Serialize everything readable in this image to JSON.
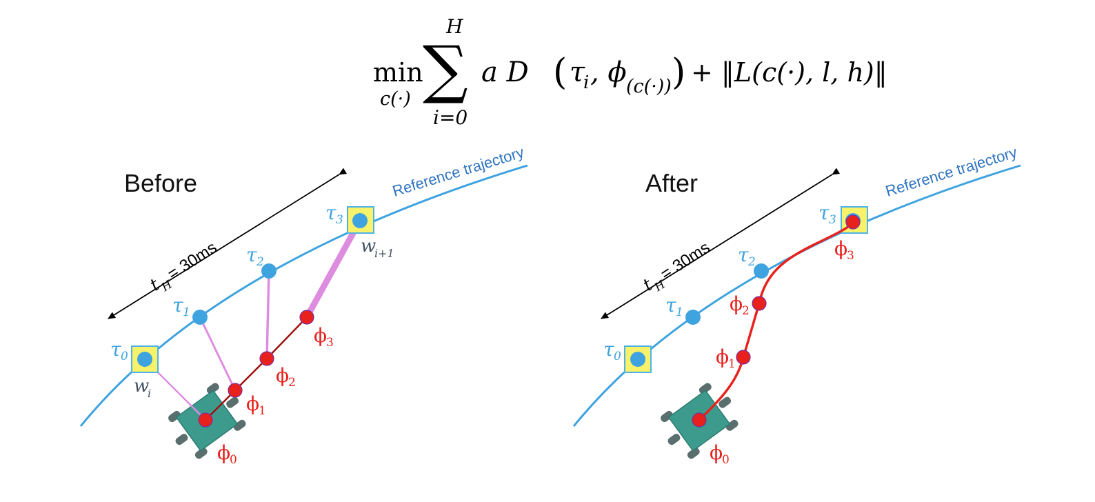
{
  "equation": {
    "min_op": "min",
    "min_sub": "c(·)",
    "sum_symbol": "∑",
    "sum_upper": "H",
    "sum_lower": "i=0",
    "body_a": "a D",
    "lparen": "(",
    "tau": "τ",
    "tau_sub": "i",
    "comma_phi": ", ϕ",
    "phi_sub": "(c(·))",
    "rparen": ")",
    "norm_term": "+ ‖L(c(·), l, h)‖"
  },
  "panels": [
    {
      "title": "Before",
      "horizon_label": "t",
      "horizon_sub": "H",
      "horizon_value": "= 30ms",
      "ref_label": "Reference trajectory",
      "ref_points": [
        "τ",
        "τ",
        "τ",
        "τ"
      ],
      "ref_subs": [
        "0",
        "1",
        "2",
        "3"
      ],
      "pred_points": [
        "ϕ",
        "ϕ",
        "ϕ",
        "ϕ"
      ],
      "pred_subs": [
        "0",
        "1",
        "2",
        "3"
      ],
      "waypoint_start": "w",
      "waypoint_start_sub": "i",
      "waypoint_end": "w",
      "waypoint_end_sub": "i+1"
    },
    {
      "title": "After",
      "horizon_label": "t",
      "horizon_sub": "H",
      "horizon_value": "= 30ms",
      "ref_label": "Reference trajectory",
      "ref_points": [
        "τ",
        "τ",
        "τ",
        "τ"
      ],
      "ref_subs": [
        "0",
        "1",
        "2",
        "3"
      ],
      "pred_points": [
        "ϕ",
        "ϕ",
        "ϕ",
        "ϕ"
      ],
      "pred_subs": [
        "0",
        "1",
        "2",
        "3"
      ]
    }
  ],
  "colors": {
    "reference": "#3fa3df",
    "reference_label": "#2f74c0",
    "predicted": "#e8211c",
    "predicted_line_before": "#9e1010",
    "error_link": "#de8ce0",
    "waypoint_fill": "#f8f26b",
    "waypoint_stroke": "#4db2e6",
    "robot_body": "#3d9b8e",
    "robot_wheel": "#5a6e6e"
  }
}
